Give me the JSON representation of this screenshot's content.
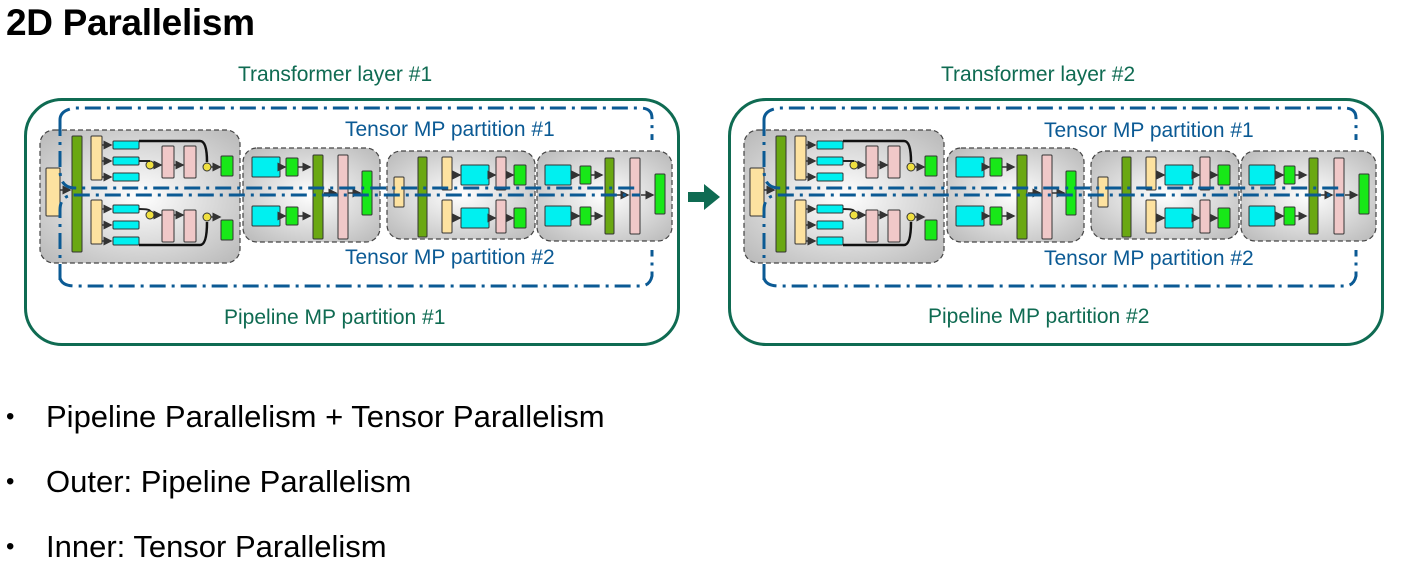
{
  "slide": {
    "title": "2D Parallelism"
  },
  "diagram": {
    "layers": [
      {
        "label": "Transformer layer #1",
        "tensor_partitions": [
          "Tensor MP partition #1",
          "Tensor MP partition #2"
        ],
        "pipeline_partition": "Pipeline MP partition #1"
      },
      {
        "label": "Transformer layer #2",
        "tensor_partitions": [
          "Tensor MP partition #1",
          "Tensor MP partition #2"
        ],
        "pipeline_partition": "Pipeline MP partition #2"
      }
    ],
    "flow_arrow": "right-arrow",
    "colors": {
      "layer_border": "#0f6b52",
      "tensor_boundary": "#0b5a94",
      "block_green_dark": "#6aa812",
      "block_tan": "#fde2a0",
      "block_cyan": "#00f0f0",
      "block_pink": "#f0c8c8",
      "block_green_bright": "#18e818",
      "module_bg": "#d9d9d9"
    }
  },
  "bullets": [
    "Pipeline Parallelism + Tensor Parallelism",
    "Outer: Pipeline Parallelism",
    "Inner: Tensor Parallelism"
  ]
}
